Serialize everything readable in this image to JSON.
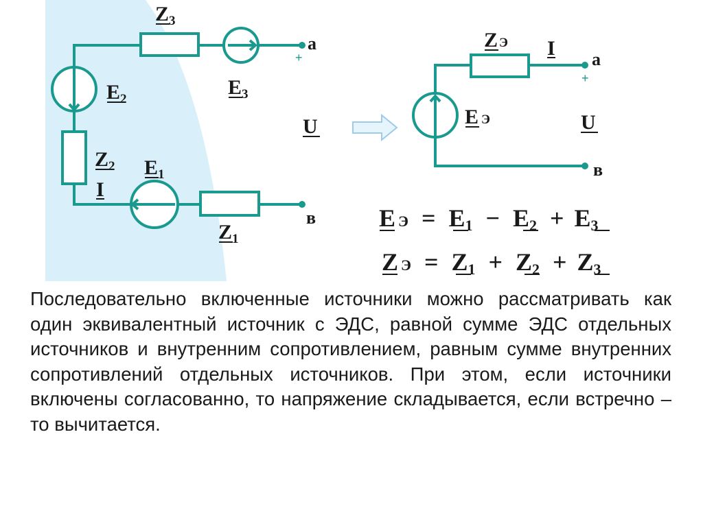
{
  "colors": {
    "wire": "#1a9a8f",
    "panel": "#d9f0fa",
    "text": "#1a1a1a"
  },
  "diagram": {
    "left": {
      "z3": "Z",
      "z3_sub": "3",
      "e3": "E",
      "e3_sub": "3",
      "e2": "E",
      "e2_sub": "2",
      "z2": "Z",
      "z2_sub": "2",
      "e1": "E",
      "e1_sub": "1",
      "z1": "Z",
      "z1_sub": "1",
      "current": "I",
      "node_a": "a",
      "node_b": "в",
      "plus": "+",
      "voltage": "U"
    },
    "right": {
      "ze": "Z",
      "ze_sub": "Э",
      "ee": "E",
      "ee_sub": "Э",
      "current": "I",
      "node_a": "a",
      "node_b": "в",
      "plus": "+",
      "voltage": "U"
    },
    "formulas": {
      "f1": {
        "lhs": "E",
        "lhs_sub": "Э",
        "eq": "=",
        "t1": "E",
        "t1_sub": "1",
        "op1": "−",
        "t2": "E",
        "t2_sub": "2",
        "op2": "+",
        "t3": "E",
        "t3_sub": "3"
      },
      "f2": {
        "lhs": "Z",
        "lhs_sub": "Э",
        "eq": "=",
        "t1": "Z",
        "t1_sub": "1",
        "op1": "+",
        "t2": "Z",
        "t2_sub": "2",
        "op2": "+",
        "t3": "Z",
        "t3_sub": "3"
      }
    }
  },
  "text": {
    "paragraph": "Последовательно включенные источники можно рассматривать как один эквивалентный источник с ЭДС, равной сумме ЭДС отдельных источников и внутренним сопротивлением, равным сумме внутренних сопротивлений отдельных источников. При этом, если источники включены согласованно, то напряжение складывается, если встречно – то вычитается."
  }
}
